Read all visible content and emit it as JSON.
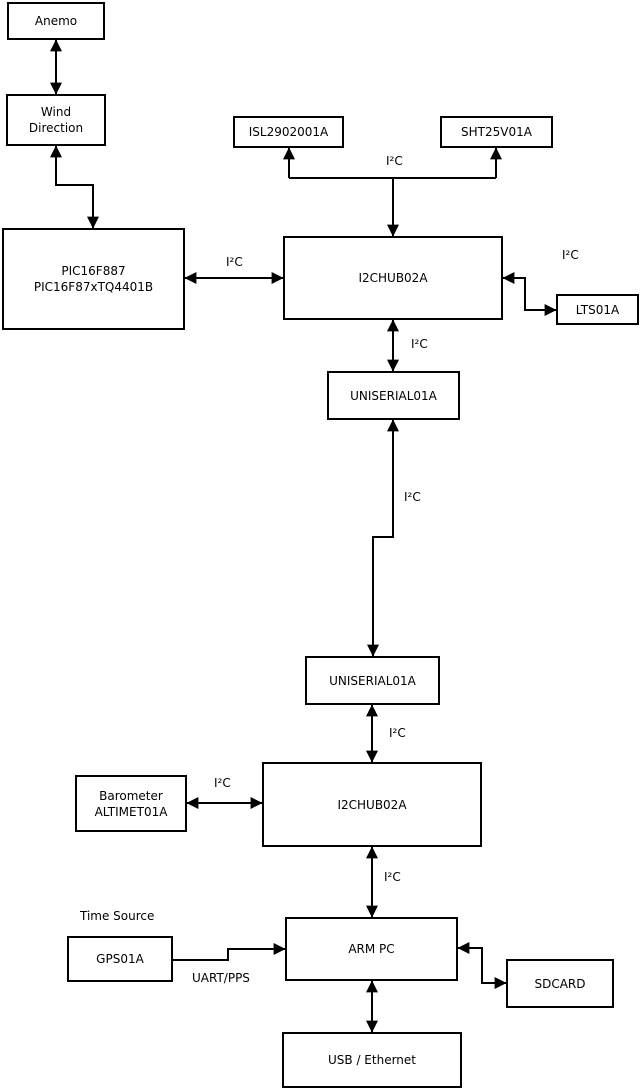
{
  "nodes": {
    "anemo": {
      "label": "Anemo"
    },
    "wind_direction": {
      "line1": "Wind",
      "line2": "Direction"
    },
    "pic": {
      "line1": "PIC16F887",
      "line2": "PIC16F87xTQ4401B"
    },
    "isl": {
      "label": "ISL2902001A"
    },
    "sht": {
      "label": "SHT25V01A"
    },
    "hub1": {
      "label": "I2CHUB02A"
    },
    "lts": {
      "label": "LTS01A"
    },
    "uniserial1": {
      "label": "UNISERIAL01A"
    },
    "uniserial2": {
      "label": "UNISERIAL01A"
    },
    "hub2": {
      "label": "I2CHUB02A"
    },
    "barometer": {
      "line1": "Barometer",
      "line2": "ALTIMET01A"
    },
    "gps": {
      "label": "GPS01A"
    },
    "arm_pc": {
      "label": "ARM PC"
    },
    "sdcard": {
      "label": "SDCARD"
    },
    "usb": {
      "label": "USB / Ethernet"
    }
  },
  "edge_labels": {
    "sensors_bus": "I²C",
    "pic_hub1": "I²C",
    "hub1_lts": "I²C",
    "hub1_uniserial1": "I²C",
    "uniserial_link": "I²C",
    "uniserial2_hub2": "I²C",
    "barometer_hub2": "I²C",
    "hub2_armpc": "I²C",
    "gps_armpc": "UART/PPS",
    "time_source": "Time Source"
  },
  "colors": {
    "line": "#000000",
    "box_fill": "#ffffff",
    "background": "#ffffff",
    "text": "#000000"
  }
}
